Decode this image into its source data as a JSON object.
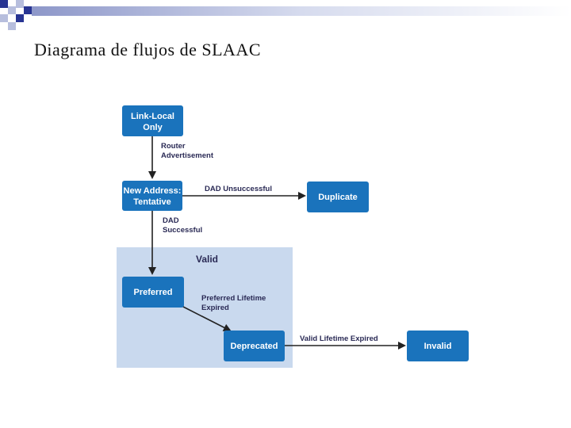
{
  "slide": {
    "title": "Diagrama de flujos de SLAAC"
  },
  "colors": {
    "node_fill": "#1a73bc",
    "group_fill": "#c9d9ee",
    "arrow": "#222222",
    "decor_dark": "#283593",
    "decor_light": "#b7bedd"
  },
  "diagram": {
    "nodes": {
      "link_local": {
        "line1": "Link-Local",
        "line2": "Only"
      },
      "new_address": {
        "line1": "New Address:",
        "line2": "Tentative"
      },
      "duplicate": {
        "label": "Duplicate"
      },
      "valid_group": {
        "label": "Valid"
      },
      "preferred": {
        "label": "Preferred"
      },
      "deprecated": {
        "label": "Deprecated"
      },
      "invalid": {
        "label": "Invalid"
      }
    },
    "edges": {
      "router_advertisement": {
        "line1": "Router",
        "line2": "Advertisement"
      },
      "dad_unsuccessful": {
        "label": "DAD Unsuccessful"
      },
      "dad_successful": {
        "line1": "DAD",
        "line2": "Successful"
      },
      "preferred_lifetime_expired": {
        "line1": "Preferred Lifetime",
        "line2": "Expired"
      },
      "valid_lifetime_expired": {
        "label": "Valid Lifetime Expired"
      }
    }
  }
}
